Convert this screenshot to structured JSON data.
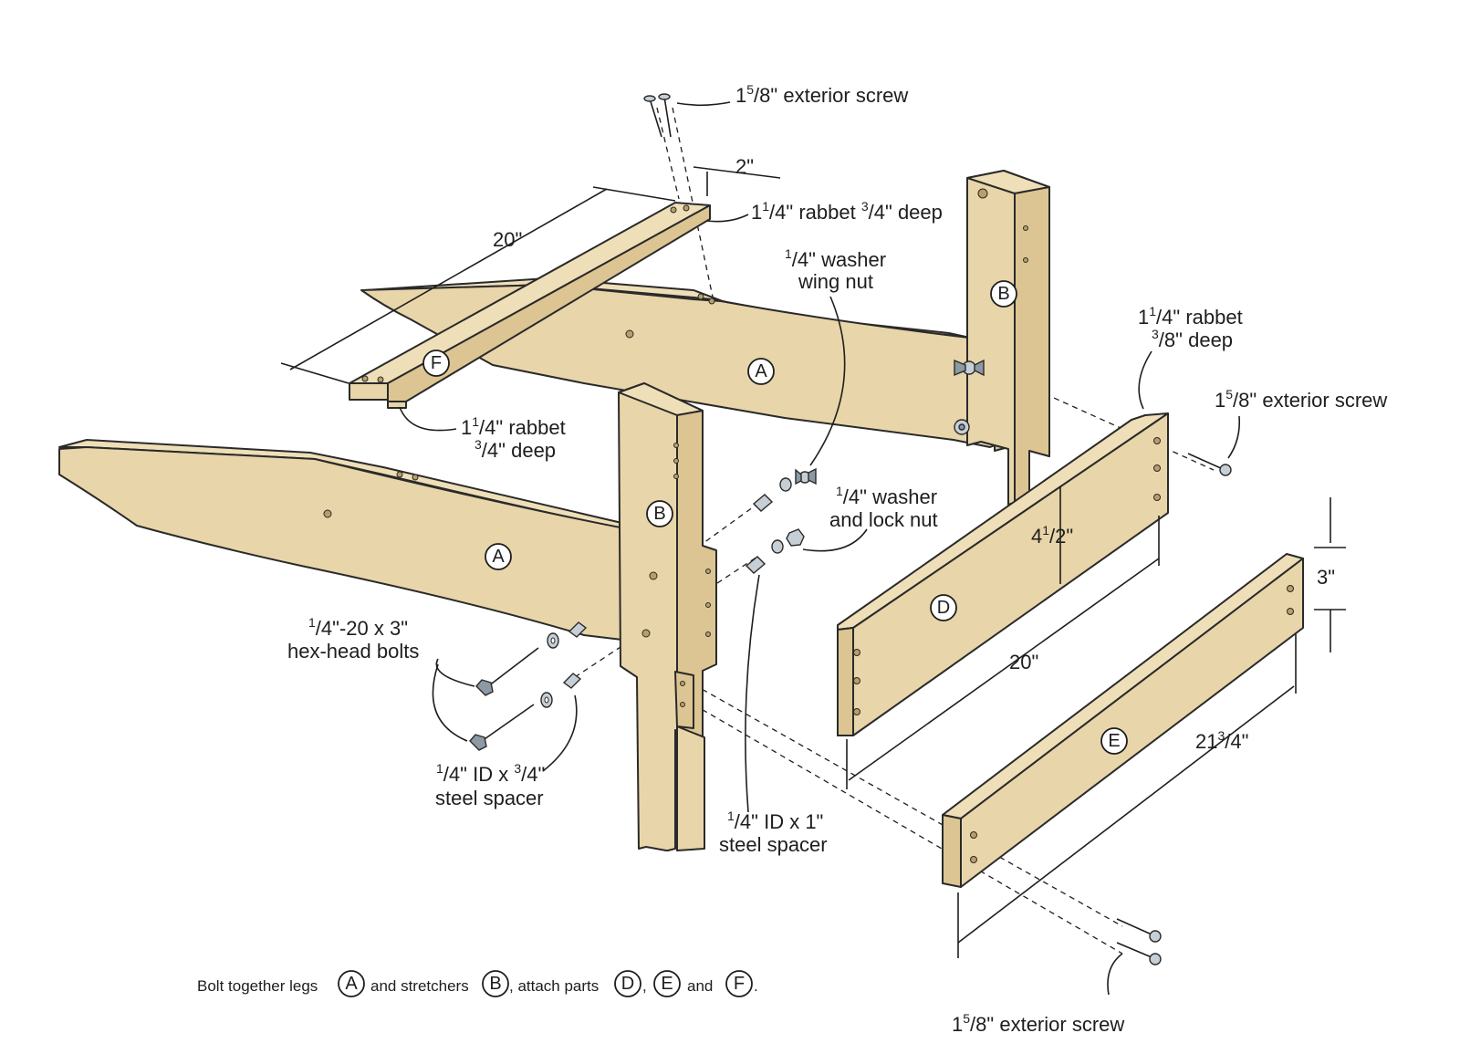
{
  "labels": {
    "screw_top": {
      "whole": "1",
      "num": "5",
      "den": "8",
      "text": "\" exterior screw"
    },
    "dim_2": "2\"",
    "rabbet_top": {
      "whole": "1",
      "num": "1",
      "den": "4",
      "mid": "\" rabbet ",
      "num2": "3",
      "den2": "4",
      "end": "\" deep"
    },
    "dim_20_top": "20\"",
    "washer_wing": {
      "num": "1",
      "den": "4",
      "line1": "\" washer",
      "line2": "wing nut"
    },
    "rabbet_right": {
      "whole": "1",
      "num": "1",
      "den": "4",
      "line1_end": "\" rabbet",
      "num2": "3",
      "den2": "8",
      "line2_end": "\" deep"
    },
    "screw_right": {
      "whole": "1",
      "num": "5",
      "den": "8",
      "text": "\" exterior screw"
    },
    "rabbet_f": {
      "whole": "1",
      "num": "1",
      "den": "4",
      "line1_end": "\" rabbet",
      "num2": "3",
      "den2": "4",
      "line2_end": "\" deep"
    },
    "washer_lock": {
      "num": "1",
      "den": "4",
      "line1": "\" washer",
      "line2": "and lock nut"
    },
    "dim_4_5": {
      "whole": "4",
      "num": "1",
      "den": "2",
      "end": "\""
    },
    "dim_3": "3\"",
    "bolts": {
      "num": "1",
      "den": "4",
      "line1": "\"-20 x 3\"",
      "line2": "hex-head bolts"
    },
    "dim_20_mid": "20\"",
    "dim_21_75": {
      "whole": "21",
      "num": "3",
      "den": "4",
      "end": "\""
    },
    "spacer_34": {
      "num": "1",
      "den": "4",
      "line1a": "\" ID x ",
      "num2": "3",
      "den2": "4",
      "line1b": "\"",
      "line2": "steel spacer"
    },
    "spacer_1": {
      "num": "1",
      "den": "4",
      "line1": "\" ID x 1\"",
      "line2": "steel spacer"
    },
    "screw_bottom": {
      "whole": "1",
      "num": "5",
      "den": "8",
      "text": "\" exterior screw"
    }
  },
  "parts": {
    "A": "A",
    "B": "B",
    "D": "D",
    "E": "E",
    "F": "F"
  },
  "caption": {
    "p1": "Bolt together legs",
    "a": "A",
    "p2": "and stretchers",
    "b": "B",
    "p3": ", attach parts",
    "d": "D",
    "sep": ",",
    "e": "E",
    "p4": "and",
    "f": "F",
    "end": "."
  }
}
